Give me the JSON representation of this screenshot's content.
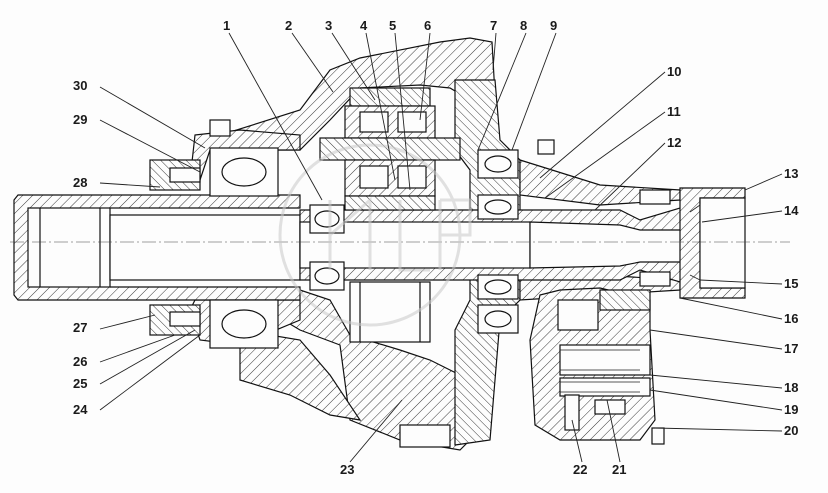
{
  "drawing": {
    "title": "Sectional assembly drawing with numbered part callouts",
    "watermark": "ЦНТ",
    "line_color": "#111111",
    "background": "#fdfdfd",
    "watermark_color": "#c9c9c9"
  },
  "callouts": [
    {
      "label": "1"
    },
    {
      "label": "2"
    },
    {
      "label": "3"
    },
    {
      "label": "4"
    },
    {
      "label": "5"
    },
    {
      "label": "6"
    },
    {
      "label": "7"
    },
    {
      "label": "8"
    },
    {
      "label": "9"
    },
    {
      "label": "10"
    },
    {
      "label": "11"
    },
    {
      "label": "12"
    },
    {
      "label": "13"
    },
    {
      "label": "14"
    },
    {
      "label": "15"
    },
    {
      "label": "16"
    },
    {
      "label": "17"
    },
    {
      "label": "18"
    },
    {
      "label": "19"
    },
    {
      "label": "20"
    },
    {
      "label": "21"
    },
    {
      "label": "22"
    },
    {
      "label": "23"
    },
    {
      "label": "24"
    },
    {
      "label": "25"
    },
    {
      "label": "26"
    },
    {
      "label": "27"
    },
    {
      "label": "28"
    },
    {
      "label": "29"
    },
    {
      "label": "30"
    }
  ]
}
